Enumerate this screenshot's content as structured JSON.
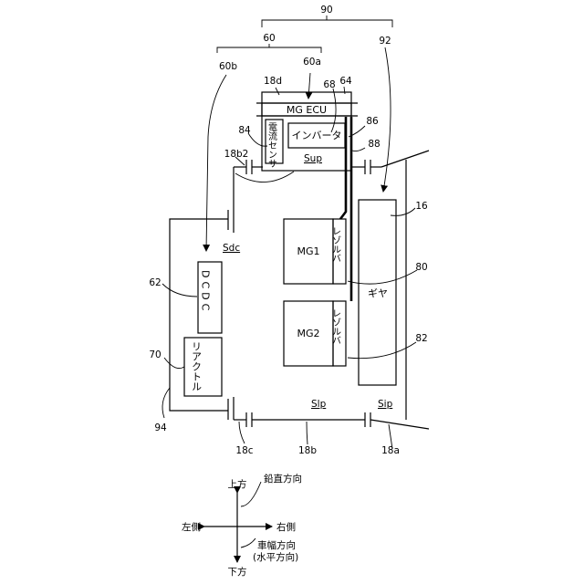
{
  "labels": {
    "n90": "90",
    "n60": "60",
    "n92": "92",
    "n60b": "60b",
    "n60a": "60a",
    "n18d": "18d",
    "n68": "68",
    "n64": "64",
    "n84": "84",
    "n86": "86",
    "n88": "88",
    "n18b2": "18b2",
    "n16": "16",
    "n80": "80",
    "n62": "62",
    "n70": "70",
    "n82": "82",
    "n94": "94",
    "n18c": "18c",
    "n18b": "18b",
    "n18a": "18a"
  },
  "components": {
    "mg_ecu": "MG ECU",
    "inverter": "インバータ",
    "current_sensor": "電流センサ",
    "mg1": "MG1",
    "mg2": "MG2",
    "resolver": "レゾルバ",
    "gear": "ギヤ",
    "dcdc": "DCDC",
    "reactor": "リアクトル"
  },
  "spaces": {
    "sup": "Sup",
    "sdc": "Sdc",
    "slp": "Slp",
    "sip": "Sip"
  },
  "directions": {
    "up": "上方",
    "vertical": "鉛直方向",
    "left": "左側",
    "right": "右側",
    "width_dir": "車幅方向",
    "horizontal": "(水平方向)",
    "down": "下方"
  }
}
